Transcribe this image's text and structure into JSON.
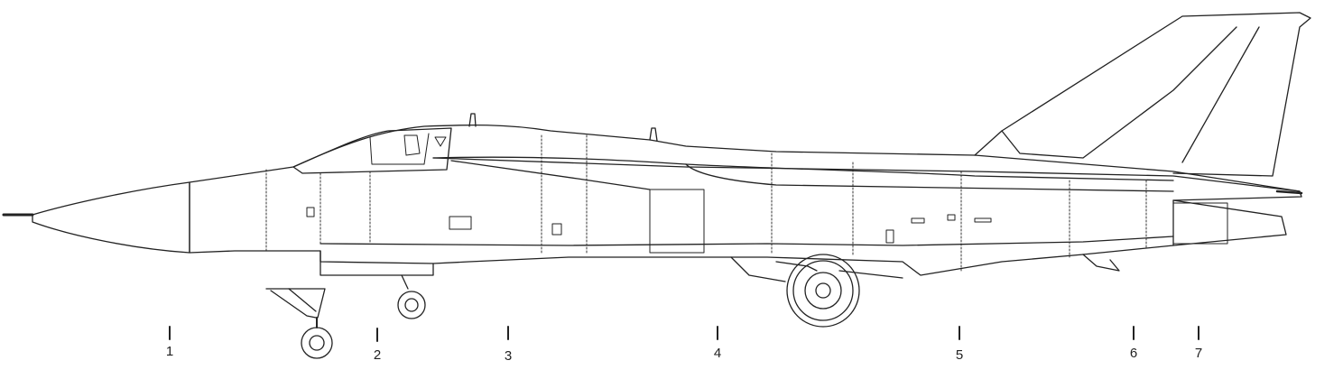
{
  "station_markers": [
    {
      "label": "1"
    },
    {
      "label": "2"
    },
    {
      "label": "3"
    },
    {
      "label": "4"
    },
    {
      "label": "5"
    },
    {
      "label": "6"
    },
    {
      "label": "7"
    }
  ],
  "colors": {
    "ink": "#222222",
    "paper": "#ffffff"
  }
}
